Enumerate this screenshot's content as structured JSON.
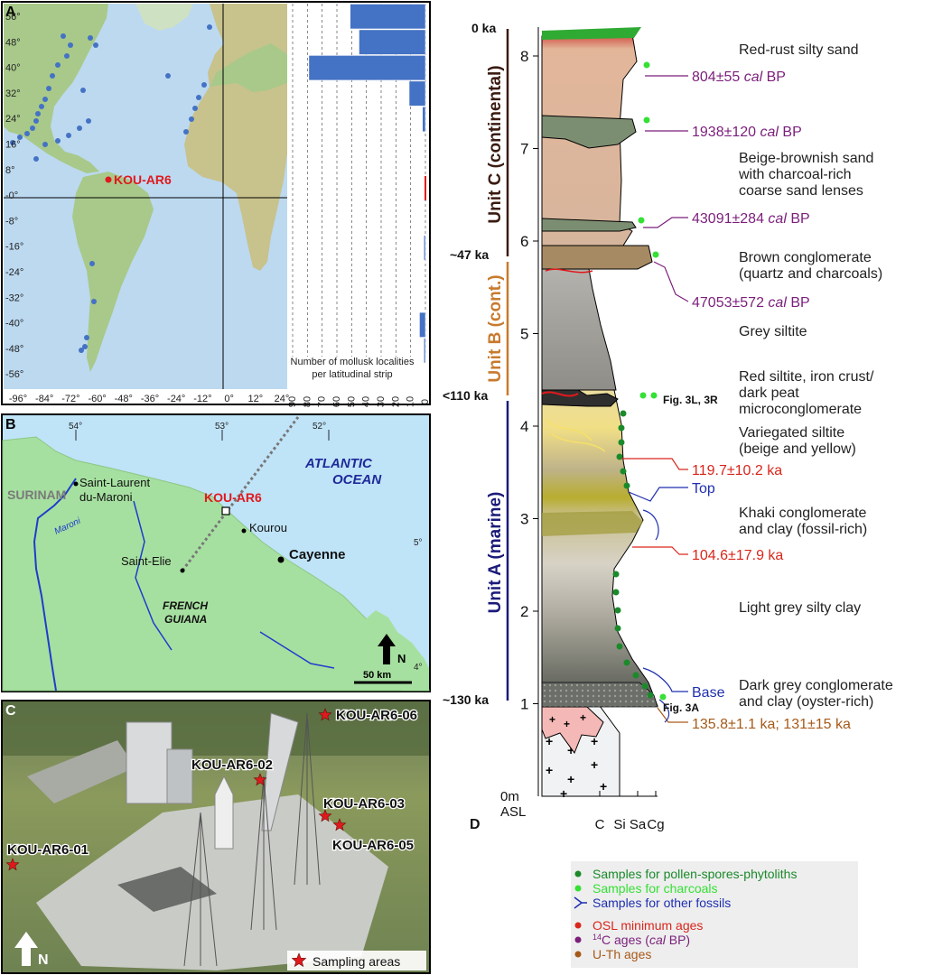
{
  "panel_a": {
    "label": "A",
    "lat_labels": [
      "56°",
      "48°",
      "40°",
      "32°",
      "24°",
      "16°",
      "8°",
      "0°",
      "8°",
      "16°",
      "24°",
      "32°",
      "40°",
      "48°",
      "56°"
    ],
    "lon_labels": [
      "-96°",
      "-84°",
      "-72°",
      "-60°",
      "-48°",
      "-36°",
      "-24°",
      "-12°",
      "0°",
      "12°",
      "24°"
    ],
    "site_label": "KOU-AR6",
    "hist_ticks": [
      "90",
      "80",
      "70",
      "60",
      "50",
      "40",
      "30",
      "20",
      "10",
      "0"
    ],
    "hist_title_line1": "Number of mollusk localities",
    "hist_title_line2": "per latitudinal strip",
    "hist_values": [
      51,
      45,
      79,
      11,
      2,
      0,
      0,
      0,
      0,
      1,
      0,
      0,
      4,
      1,
      0
    ],
    "hist_max": 90,
    "colors": {
      "ocean": "#bcd9f0",
      "land": "#a8c98a",
      "bars": "#4472c4",
      "dots": "#4472c4",
      "site": "#e0191c"
    }
  },
  "panel_b": {
    "label": "B",
    "lon_labels": [
      "54°",
      "53°",
      "52°"
    ],
    "lat_labels": [
      "5°",
      "4°"
    ],
    "surinam": "SURINAM",
    "saint_laurent_1": "Saint-Laurent",
    "saint_laurent_2": "du-Maroni",
    "maroni": "Maroni",
    "site": "KOU-AR6",
    "kourou": "Kourou",
    "saint_elie": "Saint-Elie",
    "cayenne": "Cayenne",
    "ocean_1": "ATLANTIC",
    "ocean_2": "OCEAN",
    "country_1": "FRENCH",
    "country_2": "GUIANA",
    "north": "N",
    "scale": "50 km",
    "colors": {
      "ocean": "#bfe3f7",
      "land": "#a6e0a0",
      "river": "#1f3ccc"
    }
  },
  "panel_c": {
    "label": "C",
    "sites": [
      "KOU-AR6-01",
      "KOU-AR6-02",
      "KOU-AR6-03",
      "KOU-AR6-05",
      "KOU-AR6-06"
    ],
    "north": "N",
    "legend": "Sampling areas"
  },
  "panel_d": {
    "label": "D",
    "depth_ticks": [
      "1",
      "2",
      "3",
      "4",
      "5",
      "6",
      "7",
      "8"
    ],
    "base_label_1": "0m",
    "base_label_2": "ASL",
    "grain_sizes": [
      "C",
      "Si",
      "Sa",
      "Cg"
    ],
    "age_marks": [
      "0 ka",
      "~47 ka",
      "<110 ka",
      "~130 ka"
    ],
    "units": [
      "Unit C (continental)",
      "Unit B (cont.)",
      "Unit A (marine)"
    ],
    "layers": [
      "Red-rust silty sand",
      "Beige-brownish sand",
      "with charcoal-rich",
      "coarse sand lenses",
      "Brown conglomerate",
      "(quartz and charcoals)",
      "Grey siltite",
      "Red siltite, iron crust/",
      "dark peat",
      "microconglomerate",
      "Variegated siltite",
      "(beige and yellow)",
      "Khaki conglomerate",
      "and clay (fossil-rich)",
      "Light grey silty clay",
      "Dark grey conglomerate",
      "and clay (oyster-rich)"
    ],
    "c14_ages": [
      "804±55",
      "1938±120",
      "43091±284",
      "47053±572"
    ],
    "cal": "cal",
    "bp": "BP",
    "osl_ages": [
      "119.7±10.2 ka",
      "104.6±17.9 ka"
    ],
    "uth_age": "135.8±1.1 ka; 131±15 ka",
    "fossil_labels": [
      "Top",
      "Base"
    ],
    "fig_refs": [
      "Fig. 3L, 3R",
      "Fig. 3A"
    ],
    "colors": {
      "c14": "#7b1f7b",
      "osl": "#d9261c",
      "uth": "#a65a1a",
      "pollen": "#1a8a2a",
      "charcoal": "#35e035",
      "fossil": "#1f2fb0",
      "unitC": "#3a1a0f",
      "unitB": "#c87a2e",
      "unitA": "#1a1a7a"
    }
  },
  "legend": {
    "pollen": "Samples for pollen-spores-phytoliths",
    "charcoal": "Samples for charcoals",
    "fossil": "Samples for other fossils",
    "osl": "OSL minimum ages",
    "c14_sup": "14",
    "c14_rest": "C ages (",
    "c14_cal": "cal",
    "c14_end": " BP)",
    "uth": "U-Th ages"
  }
}
